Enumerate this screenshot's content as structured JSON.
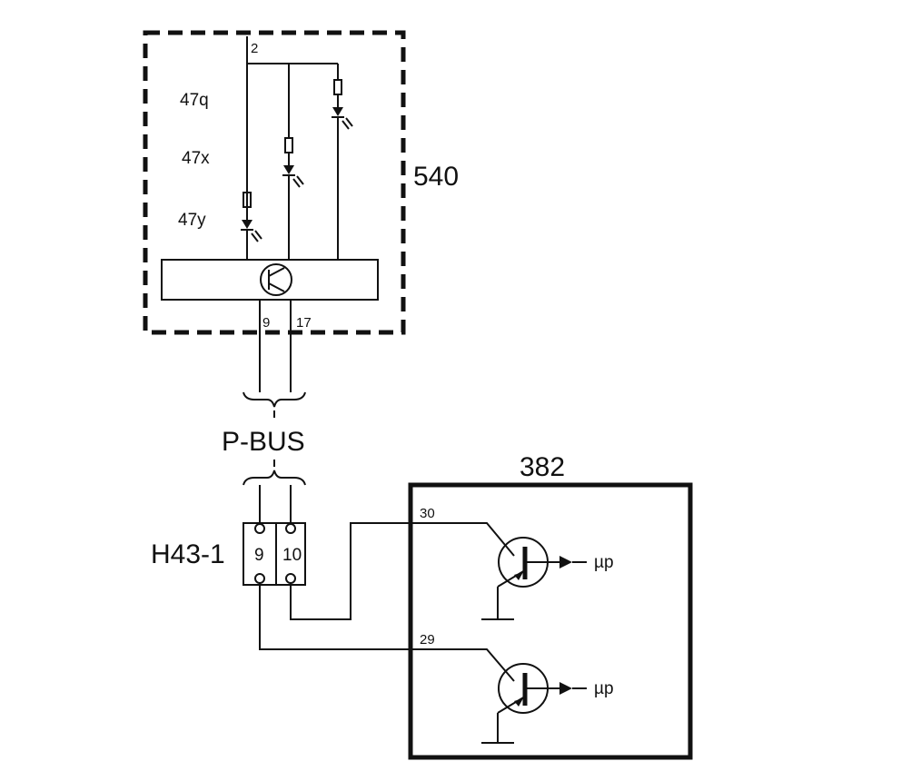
{
  "module_540": {
    "ref": "540",
    "pin_top": "2",
    "pin_a": "9",
    "pin_b": "17",
    "led_labels": [
      "47q",
      "47x",
      "47y"
    ]
  },
  "bus": {
    "label": "P-BUS"
  },
  "connector": {
    "ref": "H43-1",
    "pin_left": "9",
    "pin_right": "10"
  },
  "module_382": {
    "ref": "382",
    "pin_upper": "30",
    "pin_lower": "29",
    "input_upper": "µp",
    "input_lower": "µp"
  }
}
